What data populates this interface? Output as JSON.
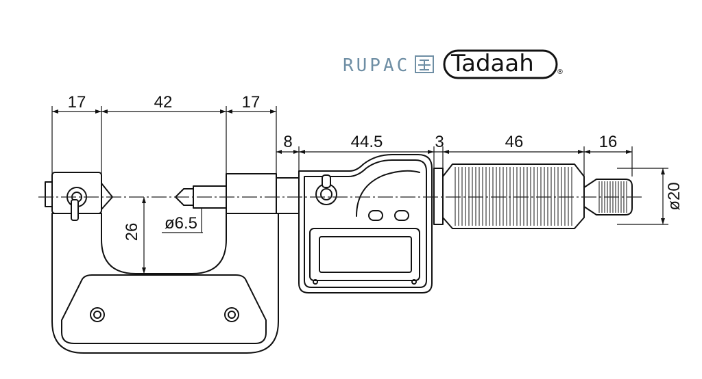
{
  "logo": {
    "brand_left": "RUPAC",
    "brand_right": "Tadaah",
    "registered_mark": "®",
    "accent_color": "#6e8ea4"
  },
  "dimensions": {
    "anvil_width": "17",
    "throat_width": "42",
    "spindle_sleeve_width": "17",
    "lock_gap": "8",
    "body_length": "44.5",
    "collar": "3",
    "thimble_length": "46",
    "ratchet_length": "16",
    "overall_diameter": "ø20",
    "throat_depth": "26",
    "tip_diameter": "ø6.5"
  }
}
